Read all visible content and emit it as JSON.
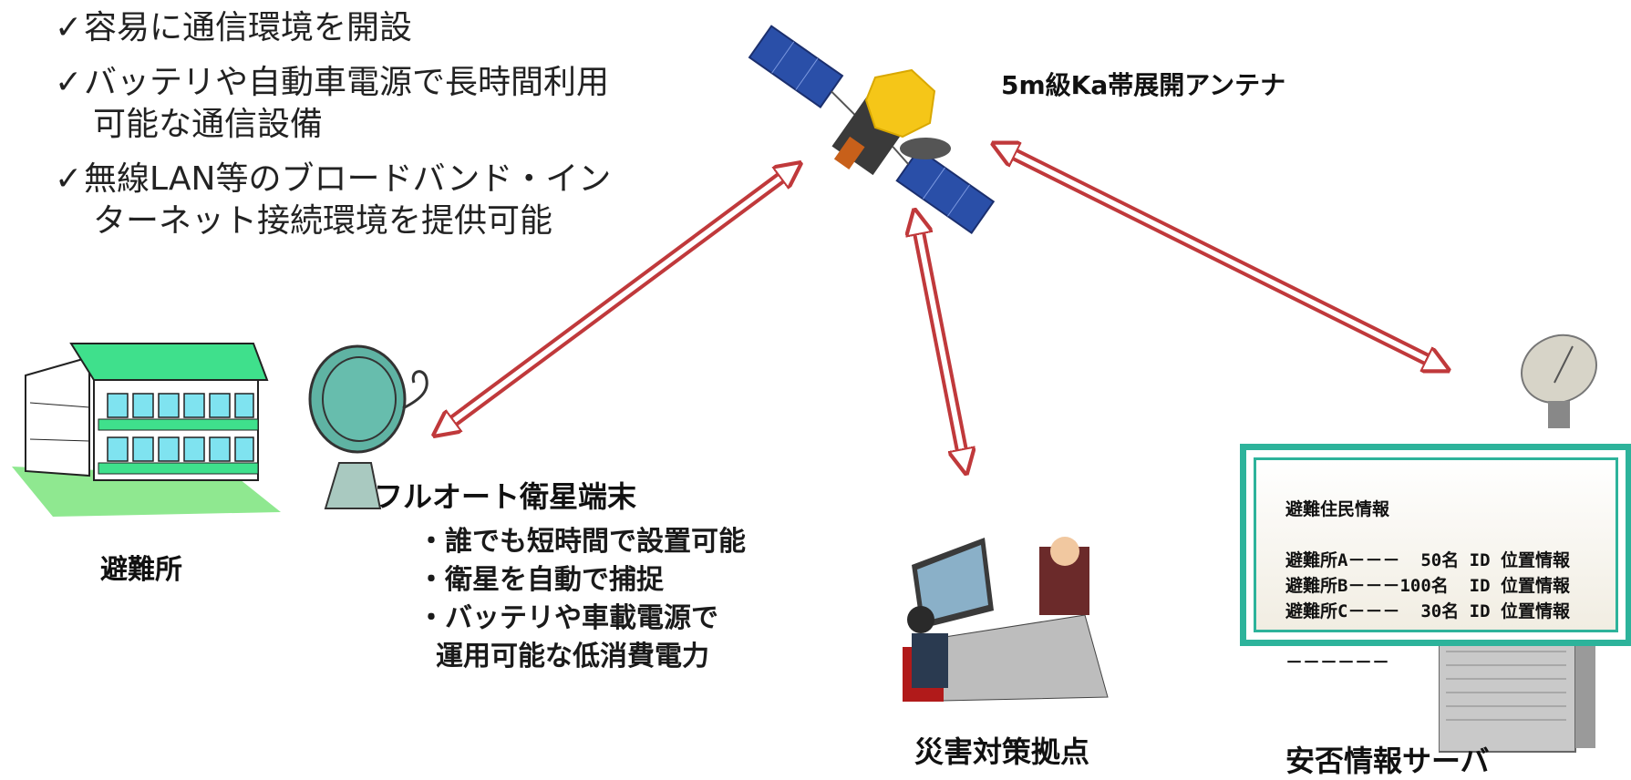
{
  "bullets": [
    {
      "check": "✓",
      "lines": [
        "容易に通信環境を開設"
      ]
    },
    {
      "check": "✓",
      "lines": [
        "バッテリや自動車電源で長時間利用",
        "可能な通信設備"
      ]
    },
    {
      "check": "✓",
      "lines": [
        "無線LAN等のブロードバンド・イン",
        "ターネット接続環境を提供可能"
      ]
    }
  ],
  "antenna_label": "5m級Ka帯展開アンテナ",
  "shelter_label": "避難所",
  "terminal": {
    "title": "フルオート衛星端末",
    "points": [
      "・誰でも短時間で設置可能",
      "・衛星を自動で捕捉",
      "・バッテリや車載電源で"
    ],
    "continuation": "運用可能な低消費電力"
  },
  "hq_label": "災害対策拠点",
  "server": {
    "label": "安否情報サーバ",
    "screen_title": "避難住民情報",
    "rows": [
      "避難所A－－－  50名 ID 位置情報",
      "避難所B－－－100名  ID 位置情報",
      "避難所C－－－  30名 ID 位置情報"
    ],
    "footer": "－－－－－－"
  },
  "colors": {
    "arrow_fill": "#ffffff",
    "arrow_stroke": "#c0393b",
    "building_green": "#3fe08c",
    "window_cyan": "#7fe3f0",
    "dish_teal": "#5fb3a3",
    "screen_border": "#2db39b",
    "satellite_panel": "#2a4fa8",
    "satellite_antenna": "#f5c618"
  },
  "icons": [
    "satellite-icon",
    "building-icon",
    "satellite-dish-icon",
    "meeting-icon",
    "server-icon",
    "ground-antenna-icon"
  ]
}
